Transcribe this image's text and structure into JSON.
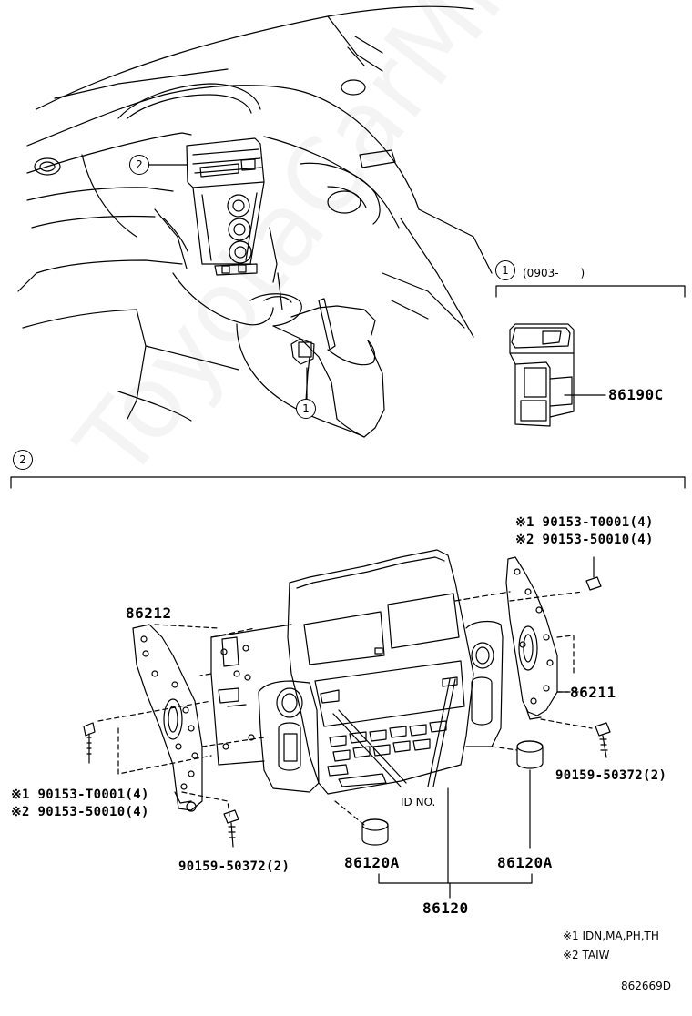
{
  "watermark": "ToyotaCarMine.ru",
  "callouts": {
    "one": "1",
    "two": "2"
  },
  "section1": {
    "range": "(0903-　　)",
    "part": "86190C"
  },
  "section2": {
    "parts": {
      "p86212": "86212",
      "p86211": "86211",
      "p86120": "86120",
      "p86120a_left": "86120A",
      "p86120a_right": "86120A",
      "screw_right_1": "※1 90153-T0001(4)",
      "screw_right_2": "※2 90153-50010(4)",
      "screw_left_1": "※1 90153-T0001(4)",
      "screw_left_2": "※2 90153-50010(4)",
      "bolt_right": "90159-50372(2)",
      "bolt_left": "90159-50372(2)"
    },
    "id_no": "ID NO."
  },
  "notes": {
    "note1": "※1 IDN,MA,PH,TH",
    "note2": "※2 TAIW"
  },
  "figure_id": "862669D"
}
